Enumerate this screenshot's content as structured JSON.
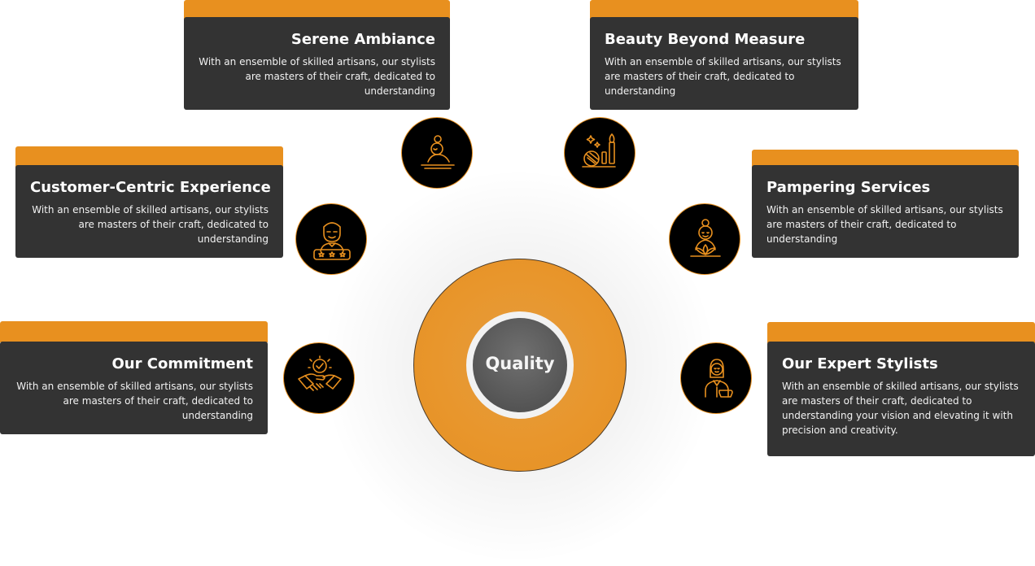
{
  "center": {
    "label": "Quality"
  },
  "colors": {
    "accent": "#e8901f",
    "card_bg": "#333333",
    "icon_bg": "#000000",
    "core": "#555555"
  },
  "cards": [
    {
      "title": "Serene Ambiance",
      "text": "With an ensemble of skilled artisans, our stylists are masters of their craft, dedicated to understanding",
      "icon": "spa-massage-icon"
    },
    {
      "title": "Beauty Beyond Measure",
      "text": "With an ensemble of skilled artisans, our stylists are masters of their craft, dedicated to understanding",
      "icon": "cosmetics-icon"
    },
    {
      "title": "Customer-Centric Experience",
      "text": "With an ensemble of skilled artisans, our stylists are masters of their craft, dedicated to understanding",
      "icon": "customer-rating-icon"
    },
    {
      "title": "Pampering Services",
      "text": "With an ensemble of skilled artisans, our stylists are masters of their craft, dedicated to understanding",
      "icon": "relaxing-woman-icon"
    },
    {
      "title": "Our Commitment",
      "text": "With an ensemble of skilled artisans, our stylists are masters of their craft, dedicated to understanding",
      "icon": "handshake-icon"
    },
    {
      "title": "Our Expert Stylists",
      "text": "With an ensemble of skilled artisans, our stylists are masters of their craft, dedicated to understanding your vision and elevating it with precision and creativity.",
      "icon": "stylist-icon"
    }
  ]
}
